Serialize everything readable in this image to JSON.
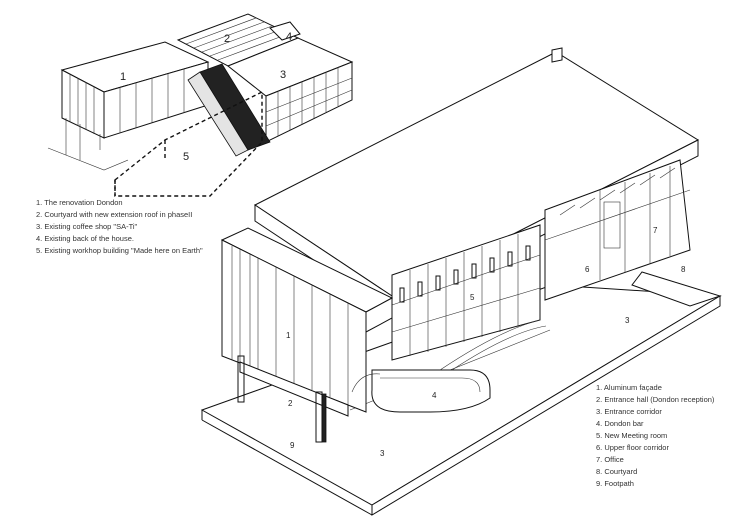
{
  "site_plan": {
    "numbers": [
      "1",
      "2",
      "3",
      "4",
      "5"
    ],
    "legend": [
      "1. The renovation Dondon",
      "2. Courtyard with new extension roof in phaseII",
      "3. Existing coffee shop \"SA-Ti\"",
      "4. Existing back of the house.",
      "5. Existing workhop building \"Made here on Earth\""
    ]
  },
  "axonometric": {
    "numbers": [
      "1",
      "2",
      "3",
      "3",
      "4",
      "5",
      "6",
      "7",
      "8",
      "9"
    ],
    "legend": [
      "1. Aluminum façade",
      "2. Entrance hall (Dondon reception)",
      "3. Entrance corridor",
      "4. Dondon bar",
      "5. New Meeting room",
      "6. Upper floor corridor",
      "7. Office",
      "8. Courtyard",
      "9. Footpath"
    ]
  }
}
